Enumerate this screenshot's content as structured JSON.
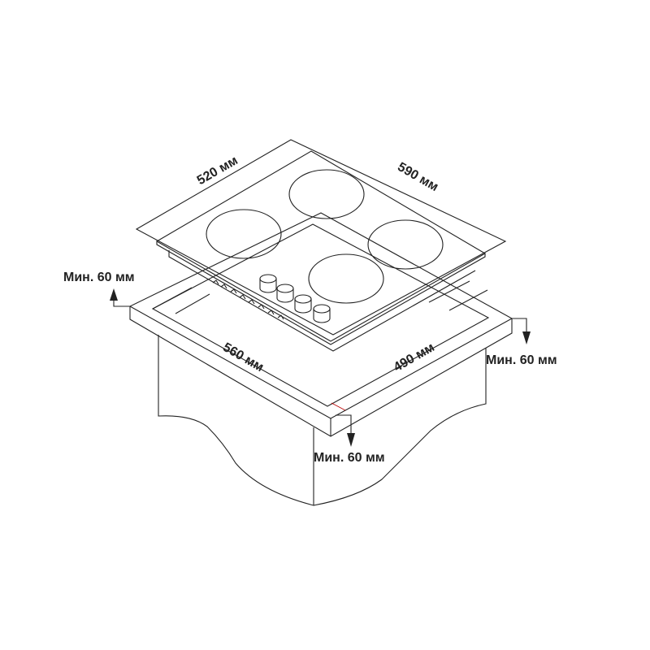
{
  "dimensions": {
    "hob_width": "590 мм",
    "hob_depth": "520 мм",
    "cutout_width": "560 мм",
    "cutout_depth": "490 мм"
  },
  "clearances": {
    "back": "Мин. 60 мм",
    "side": "Мин. 60 мм",
    "front": "Мин. 60 мм"
  },
  "colors": {
    "line": "#222222",
    "background": "#ffffff"
  }
}
